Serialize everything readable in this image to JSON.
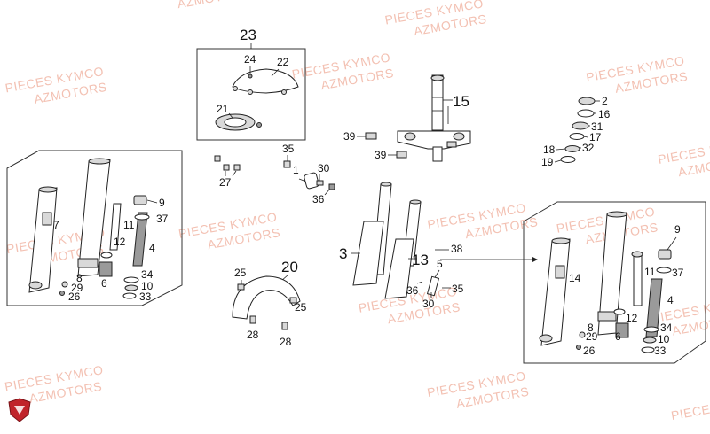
{
  "watermark": {
    "line1": "PIECES KYMCO",
    "line2": "AZMOTORS"
  },
  "callouts": {
    "p23": "23",
    "p24": "24",
    "p22": "22",
    "p21": "21",
    "p35a": "35",
    "p27": "27",
    "p1": "1",
    "p30a": "30",
    "p36a": "36",
    "p39a": "39",
    "p39b": "39",
    "p15": "15",
    "p2": "2",
    "p16": "16",
    "p31": "31",
    "p17": "17",
    "p18": "18",
    "p32": "32",
    "p19": "19",
    "p7": "7",
    "p9a": "9",
    "p37a": "37",
    "p11a": "11",
    "p4a": "4",
    "p8a": "8",
    "p12a": "12",
    "p29a": "29",
    "p6a": "6",
    "p34a": "34",
    "p10a": "10",
    "p26a": "26",
    "p33a": "33",
    "p5": "5",
    "p3": "3",
    "p13": "13",
    "p38": "38",
    "p36b": "36",
    "p35b": "35",
    "p30b": "30",
    "p20": "20",
    "p25a": "25",
    "p25b": "25",
    "p28a": "28",
    "p28b": "28",
    "p9b": "9",
    "p37b": "37",
    "p14": "14",
    "p11b": "11",
    "p4b": "4",
    "p12b": "12",
    "p8b": "8",
    "p29b": "29",
    "p6b": "6",
    "p34b": "34",
    "p10b": "10",
    "p26b": "26",
    "p33b": "33"
  },
  "logo": {
    "icon": "kymco-shield-logo",
    "color": "#c0242b"
  },
  "colors": {
    "watermark": "#f1b7a6",
    "ink": "#111111"
  }
}
